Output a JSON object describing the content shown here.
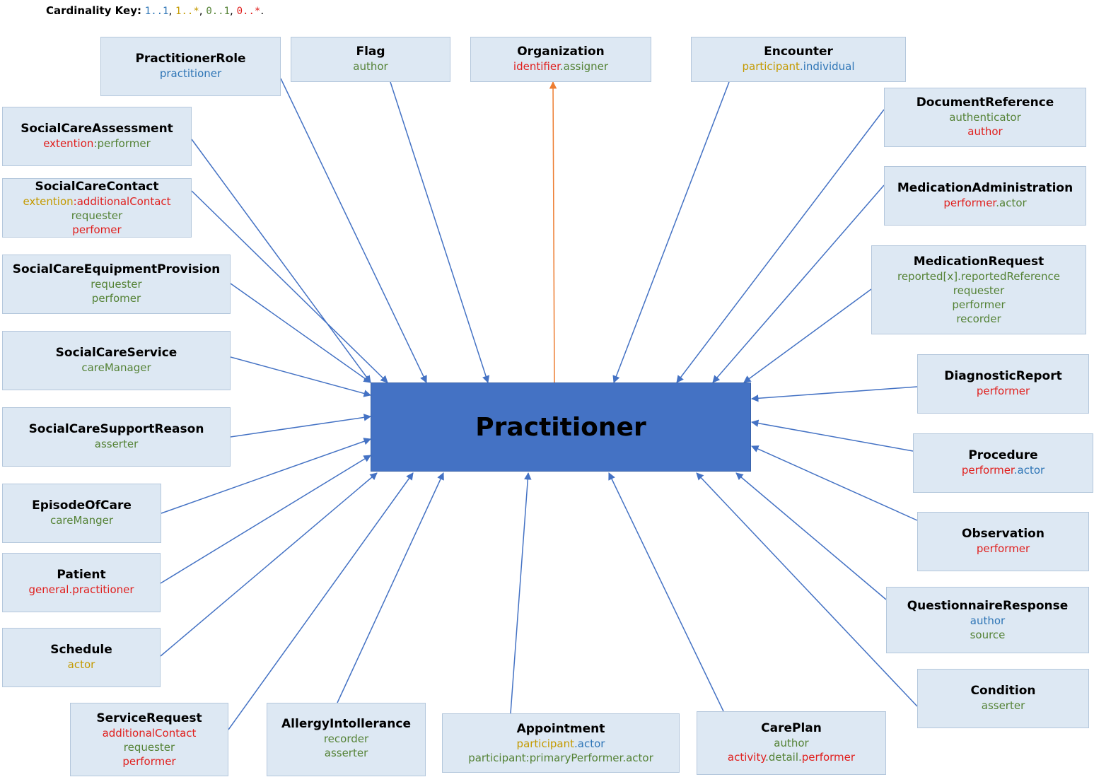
{
  "colors": {
    "blue": "#2e75b6",
    "gold": "#c49a00",
    "green": "#548235",
    "red": "#e0201e",
    "arrow": "#4472c4",
    "orange": "#ed7d31"
  },
  "key": {
    "label": "Cardinality Key:",
    "items": [
      {
        "text": "1..1",
        "color": "blue"
      },
      {
        "text": "1..*",
        "color": "gold"
      },
      {
        "text": "0..1",
        "color": "green"
      },
      {
        "text": "0..*",
        "color": "red"
      }
    ],
    "separator": ",",
    "end": "."
  },
  "center": {
    "title": "Practitioner"
  },
  "nodes": [
    {
      "id": "practitionerrole",
      "title": "PractitionerRole",
      "lines": [
        [
          {
            "t": "practitioner",
            "c": "blue"
          }
        ]
      ]
    },
    {
      "id": "flag",
      "title": "Flag",
      "lines": [
        [
          {
            "t": "author",
            "c": "green"
          }
        ]
      ]
    },
    {
      "id": "organization",
      "title": "Organization",
      "lines": [
        [
          {
            "t": "identifier",
            "c": "red"
          },
          {
            "t": ".assigner",
            "c": "green"
          }
        ]
      ]
    },
    {
      "id": "encounter",
      "title": "Encounter",
      "lines": [
        [
          {
            "t": "participant",
            "c": "gold"
          },
          {
            "t": ".individual",
            "c": "blue"
          }
        ]
      ]
    },
    {
      "id": "documentreference",
      "title": "DocumentReference",
      "lines": [
        [
          {
            "t": "authenticator",
            "c": "green"
          }
        ],
        [
          {
            "t": "author",
            "c": "red"
          }
        ]
      ]
    },
    {
      "id": "medicationadministration",
      "title": "MedicationAdministration",
      "lines": [
        [
          {
            "t": "performer",
            "c": "red"
          },
          {
            "t": ".actor",
            "c": "green"
          }
        ]
      ]
    },
    {
      "id": "medicationrequest",
      "title": "MedicationRequest",
      "lines": [
        [
          {
            "t": "reported[x].reportedReference",
            "c": "green"
          }
        ],
        [
          {
            "t": "requester",
            "c": "green"
          }
        ],
        [
          {
            "t": "performer",
            "c": "green"
          }
        ],
        [
          {
            "t": "recorder",
            "c": "green"
          }
        ]
      ]
    },
    {
      "id": "diagnosticreport",
      "title": "DiagnosticReport",
      "lines": [
        [
          {
            "t": "performer",
            "c": "red"
          }
        ]
      ]
    },
    {
      "id": "procedure",
      "title": "Procedure",
      "lines": [
        [
          {
            "t": "performer",
            "c": "red"
          },
          {
            "t": ".actor",
            "c": "blue"
          }
        ]
      ]
    },
    {
      "id": "observation",
      "title": "Observation",
      "lines": [
        [
          {
            "t": "performer",
            "c": "red"
          }
        ]
      ]
    },
    {
      "id": "questionnaireresponse",
      "title": "QuestionnaireResponse",
      "lines": [
        [
          {
            "t": "author",
            "c": "blue"
          }
        ],
        [
          {
            "t": "source",
            "c": "green"
          }
        ]
      ]
    },
    {
      "id": "condition",
      "title": "Condition",
      "lines": [
        [
          {
            "t": "asserter",
            "c": "green"
          }
        ]
      ]
    },
    {
      "id": "careplan",
      "title": "CarePlan",
      "lines": [
        [
          {
            "t": "author",
            "c": "green"
          }
        ],
        [
          {
            "t": "activity",
            "c": "red"
          },
          {
            "t": ".detail.",
            "c": "green"
          },
          {
            "t": "performer",
            "c": "red"
          }
        ]
      ]
    },
    {
      "id": "appointment",
      "title": "Appointment",
      "lines": [
        [
          {
            "t": "participant",
            "c": "gold"
          },
          {
            "t": ".actor",
            "c": "blue"
          }
        ],
        [
          {
            "t": "participant:primaryPerformer.actor",
            "c": "green"
          }
        ]
      ]
    },
    {
      "id": "allergyintollerance",
      "title": "AllergyIntollerance",
      "lines": [
        [
          {
            "t": "recorder",
            "c": "green"
          }
        ],
        [
          {
            "t": "asserter",
            "c": "green"
          }
        ]
      ]
    },
    {
      "id": "servicerequest",
      "title": "ServiceRequest",
      "lines": [
        [
          {
            "t": "additionalContact",
            "c": "red"
          }
        ],
        [
          {
            "t": "requester",
            "c": "green"
          }
        ],
        [
          {
            "t": "performer",
            "c": "red"
          }
        ]
      ]
    },
    {
      "id": "schedule",
      "title": "Schedule",
      "lines": [
        [
          {
            "t": "actor",
            "c": "gold"
          }
        ]
      ]
    },
    {
      "id": "patient",
      "title": "Patient",
      "lines": [
        [
          {
            "t": "general.practitioner",
            "c": "red"
          }
        ]
      ]
    },
    {
      "id": "episodeofcare",
      "title": "EpisodeOfCare",
      "lines": [
        [
          {
            "t": "careManger",
            "c": "green"
          }
        ]
      ]
    },
    {
      "id": "socialcaresupportreason",
      "title": "SocialCareSupportReason",
      "lines": [
        [
          {
            "t": "asserter",
            "c": "green"
          }
        ]
      ]
    },
    {
      "id": "socialcareservice",
      "title": "SocialCareService",
      "lines": [
        [
          {
            "t": "careManager",
            "c": "green"
          }
        ]
      ]
    },
    {
      "id": "socialcareequipmentprovision",
      "title": "SocialCareEquipmentProvision",
      "lines": [
        [
          {
            "t": "requester",
            "c": "green"
          }
        ],
        [
          {
            "t": "perfomer",
            "c": "green"
          }
        ]
      ]
    },
    {
      "id": "socialcarecontact",
      "title": "SocialCareContact",
      "lines": [
        [
          {
            "t": "extention",
            "c": "gold"
          },
          {
            "t": ":additionalContact",
            "c": "red"
          }
        ],
        [
          {
            "t": "requester",
            "c": "green"
          }
        ],
        [
          {
            "t": "perfomer",
            "c": "red"
          }
        ]
      ]
    },
    {
      "id": "socialcareassessment",
      "title": "SocialCareAssessment",
      "lines": [
        [
          {
            "t": "extention",
            "c": "red"
          },
          {
            "t": ":performer",
            "c": "green"
          }
        ]
      ]
    }
  ]
}
